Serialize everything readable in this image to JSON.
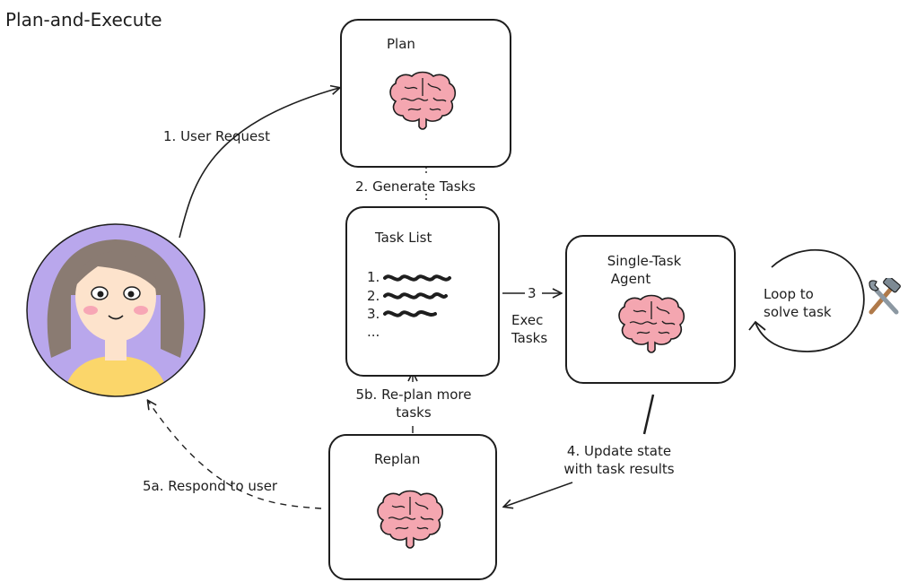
{
  "title": "Plan-and-Execute",
  "nodes": {
    "plan": {
      "label": "Plan",
      "icon": "brain-icon"
    },
    "task_list": {
      "label": "Task List",
      "items": [
        "1.",
        "2.",
        "3.",
        "..."
      ]
    },
    "agent": {
      "label_line1": "Single-Task",
      "label_line2": "Agent",
      "icon": "brain-icon"
    },
    "replan": {
      "label": "Replan",
      "icon": "brain-icon"
    },
    "loop": {
      "line1": "Loop to",
      "line2": "solve task"
    },
    "tools_icon": "hammer-wrench-icon",
    "user_icon": "user-avatar-icon"
  },
  "edges": {
    "user_request": "1. User Request",
    "generate_tasks": "2. Generate Tasks",
    "exec_number": "3",
    "exec_line1": "Exec",
    "exec_line2": "Tasks",
    "update_line1": "4. Update state",
    "update_line2": "with task results",
    "respond": "5a. Respond to user",
    "replan_line1": "5b. Re-plan more",
    "replan_line2": "tasks"
  },
  "colors": {
    "stroke": "#1e1e1e",
    "brain": "#f4a6b0",
    "avatar_bg": "#b9a7ec",
    "hair": "#8a7b72",
    "skin": "#fde3cc",
    "shirt": "#fbd66a"
  }
}
